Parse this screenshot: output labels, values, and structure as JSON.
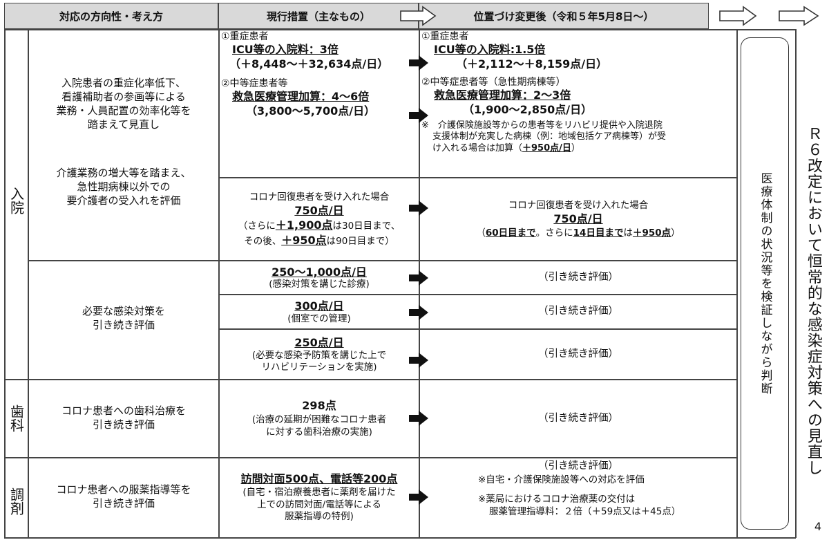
{
  "header": {
    "col1": "対応の方向性・考え方",
    "col2": "現行措置（主なもの）",
    "col3": "位置づけ変更後（令和５年5月8日～）"
  },
  "side": {
    "nyuin": "入院",
    "shika": "歯科",
    "chozai": "調剤"
  },
  "policy": {
    "p1a": "入院患者の重症化率低下、",
    "p1b": "看護補助者の参画等による",
    "p1c": "業務・人員配置の効率化等を",
    "p1d": "踏まえて見直し",
    "p2a": "介護業務の増大等を踏まえ、",
    "p2b": "急性期病棟以外での",
    "p2c": "要介護者の受入れを評価",
    "p3a": "必要な感染対策を",
    "p3b": "引き続き評価",
    "p4a": "コロナ患者への歯科治療を",
    "p4b": "引き続き評価",
    "p5a": "コロナ患者への服薬指導等を",
    "p5b": "引き続き評価"
  },
  "current": {
    "r1_l1": "①重症患者",
    "r1_l2": "ICU等の入院料：3倍",
    "r1_l3": "（＋8,448～＋32,634点/日）",
    "r1_l4": "②中等症患者等",
    "r1_l5": "救急医療管理加算：4～6倍",
    "r1_l6": "（3,800～5,700点/日）",
    "r2_l1": "コロナ回復患者を受け入れた場合",
    "r2_l2": "750点/日",
    "r2_l3a": "（さらに",
    "r2_l3b": "＋1,900点",
    "r2_l3c": "は30日目まで、",
    "r2_l4a": "その後、",
    "r2_l4b": "＋950点",
    "r2_l4c": "は90日目まで）",
    "r3_l1": "250～1,000点/日",
    "r3_l2": "(感染対策を講じた診療)",
    "r4_l1": "300点/日",
    "r4_l2": "(個室での管理)",
    "r5_l1": "250点/日",
    "r5_l2": "(必要な感染予防策を講じた上で",
    "r5_l3": "リハビリテーションを実施)",
    "r6_l1": "298点",
    "r6_l2": "(治療の延期が困難なコロナ患者",
    "r6_l3": "に対する歯科治療の実施)",
    "r7_l1": "訪問対面500点、電話等200点",
    "r7_l2": "(自宅・宿泊療養患者に薬剤を届けた",
    "r7_l3": "上での訪問対面/電話等による",
    "r7_l4": "服薬指導の特例)"
  },
  "after": {
    "r1_l1": "①重症患者",
    "r1_l2": "ICU等の入院料:1.5倍",
    "r1_l3": "（＋2,112～＋8,159点/日）",
    "r1_l4": "②中等症患者等（急性期病棟等）",
    "r1_l5": "救急医療管理加算：2～3倍",
    "r1_l6": "（1,900～2,850点/日）",
    "r1_n1": "※　介護保険施設等からの患者等をリハビリ提供や入院退院",
    "r1_n2": "支援体制が充実した病棟（例：地域包括ケア病棟等）が受",
    "r1_n3a": "け入れる場合は加算（",
    "r1_n3b": "＋950点/日",
    "r1_n3c": "）",
    "r2_l1": "コロナ回復患者を受け入れた場合",
    "r2_l2": "750点/日",
    "r2_l3a": "（",
    "r2_l3b": "60日目まで",
    "r2_l3c": "。さらに",
    "r2_l3d": "14日目まで",
    "r2_l3e": "は",
    "r2_l3f": "＋950点",
    "r2_l3g": "）",
    "cont": "（引き続き評価）",
    "r7_l1": "（引き続き評価）",
    "r7_l2": "※自宅・介護保険施設等への対応を評価",
    "r7_l3": "※薬局におけるコロナ治療薬の交付は",
    "r7_l4": "服薬管理指導料：２倍（＋59点又は＋45点）"
  },
  "judge": "医療体制の状況等を検証しながら判断",
  "revision": "Ｒ６改定において恒常的な感染症対策への見直し",
  "page_number": "4"
}
